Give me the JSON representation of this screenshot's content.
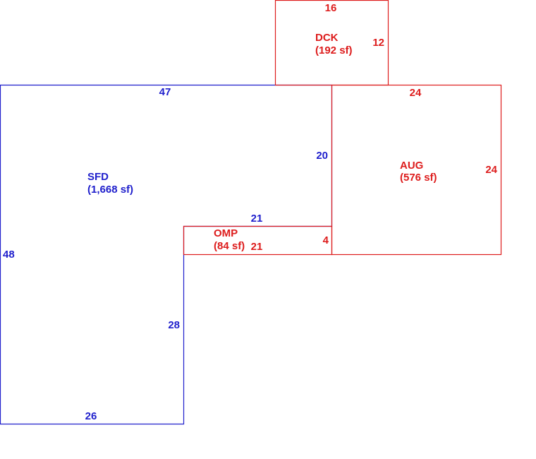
{
  "colors": {
    "living_area": "#1f1fcc",
    "other_area": "#dd1c1c"
  },
  "sfd": {
    "code": "SFD",
    "area": "(1,668 sf)",
    "dims": {
      "top": "47",
      "right_upper": "20",
      "notch_top": "21",
      "right_lower": "28",
      "bottom": "26",
      "left": "48"
    }
  },
  "dck": {
    "code": "DCK",
    "area": "(192 sf)",
    "dims": {
      "top": "16",
      "right": "12"
    }
  },
  "aug": {
    "code": "AUG",
    "area": "(576 sf)",
    "dims": {
      "top": "24",
      "right": "24"
    }
  },
  "omp": {
    "code": "OMP",
    "area": "(84 sf)",
    "dims": {
      "bottom": "21",
      "right": "4"
    }
  }
}
